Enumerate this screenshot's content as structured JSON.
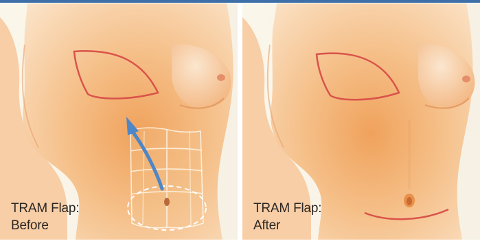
{
  "panels": [
    {
      "id": "before",
      "caption_line1": "TRAM Flap:",
      "caption_line2": "Before"
    },
    {
      "id": "after",
      "caption_line1": "TRAM Flap:",
      "caption_line2": "After"
    }
  ],
  "colors": {
    "top_rule": "#3f6fa8",
    "skin_light": "#fbe1c4",
    "skin_mid": "#f3bd86",
    "skin_dark": "#e89a55",
    "background": "#f8f3e6",
    "incision_line": "#d9534a",
    "arrow": "#4f86c6",
    "muscle_outline": "#fffaf0",
    "flap_dashed_outline": "#ffffff"
  }
}
